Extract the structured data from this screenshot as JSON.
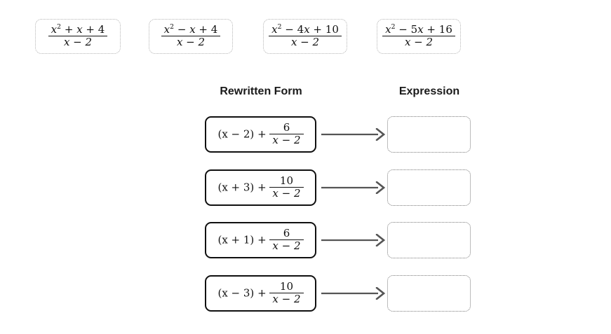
{
  "headers": {
    "rewritten": "Rewritten Form",
    "expression": "Expression"
  },
  "colors": {
    "text": "#111111",
    "card_border": "#101010",
    "dropzone_border": "#7a7a7a",
    "source_border": "#b5b5b5",
    "arrow": "#555555",
    "background": "#ffffff"
  },
  "source_tiles": [
    {
      "id": "src0",
      "latex": "(x^2 + x + 4)/(x - 2)",
      "plain": "x² + x + 4 over x − 2",
      "numerator": "x² + x + 4",
      "denominator": "x − 2"
    },
    {
      "id": "src1",
      "latex": "(x^2 - x + 4)/(x - 2)",
      "plain": "x² − x + 4 over x − 2",
      "numerator": "x² − x + 4",
      "denominator": "x − 2"
    },
    {
      "id": "src2",
      "latex": "(x^2 - 4x + 10)/(x - 2)",
      "plain": "x² − 4x + 10 over x − 2",
      "numerator": "x² − 4x + 10",
      "denominator": "x − 2"
    },
    {
      "id": "src3",
      "latex": "(x^2 - 5x + 16)/(x - 2)",
      "plain": "x² − 5x + 16 over x − 2",
      "numerator": "x² − 5x + 16",
      "denominator": "x − 2"
    }
  ],
  "rows": [
    {
      "id": "row0",
      "rewritten": {
        "latex": "(x - 2) + 6/(x - 2)",
        "plain": "(x − 2) + 6 over x − 2",
        "binomial": "(x − 2)",
        "plus": "+",
        "numerator": "6",
        "denominator": "x − 2"
      },
      "drop_value": ""
    },
    {
      "id": "row1",
      "rewritten": {
        "latex": "(x + 3) + 10/(x - 2)",
        "plain": "(x + 3) + 10 over x − 2",
        "binomial": "(x + 3)",
        "plus": "+",
        "numerator": "10",
        "denominator": "x − 2"
      },
      "drop_value": ""
    },
    {
      "id": "row2",
      "rewritten": {
        "latex": "(x + 1) + 6/(x - 2)",
        "plain": "(x + 1) + 6 over x − 2",
        "binomial": "(x + 1)",
        "plus": "+",
        "numerator": "6",
        "denominator": "x − 2"
      },
      "drop_value": ""
    },
    {
      "id": "row3",
      "rewritten": {
        "latex": "(x - 3) + 10/(x - 2)",
        "plain": "(x − 3) + 10 over x − 2",
        "binomial": "(x − 3)",
        "plus": "+",
        "numerator": "10",
        "denominator": "x − 2"
      },
      "drop_value": ""
    }
  ],
  "icons": {
    "arrow": "arrow-right-icon"
  }
}
